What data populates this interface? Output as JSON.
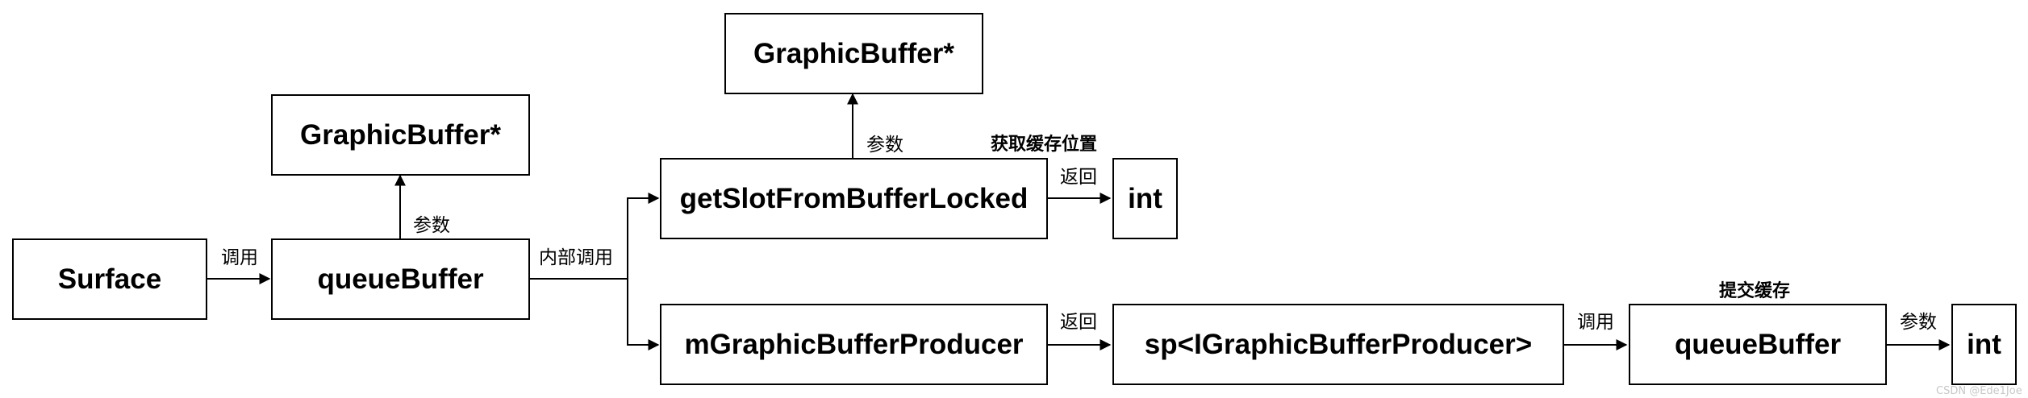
{
  "nodes": {
    "surface": "Surface",
    "queue_buffer_1": "queueBuffer",
    "graphic_buffer_1": "GraphicBuffer*",
    "get_slot": "getSlotFromBufferLocked",
    "graphic_buffer_2": "GraphicBuffer*",
    "int_1": "int",
    "m_producer": "mGraphicBufferProducer",
    "sp_producer": "sp<IGraphicBufferProducer>",
    "queue_buffer_2": "queueBuffer",
    "int_2": "int"
  },
  "edge_labels": {
    "call_1": "调用",
    "param_1": "参数",
    "internal_call": "内部调用",
    "param_2": "参数",
    "return_1": "返回",
    "return_2": "返回",
    "call_2": "调用",
    "param_3": "参数"
  },
  "notes": {
    "get_slot_position": "获取缓存位置",
    "submit_buffer": "提交缓存"
  },
  "watermark": "CSDN @Ede1Joe"
}
